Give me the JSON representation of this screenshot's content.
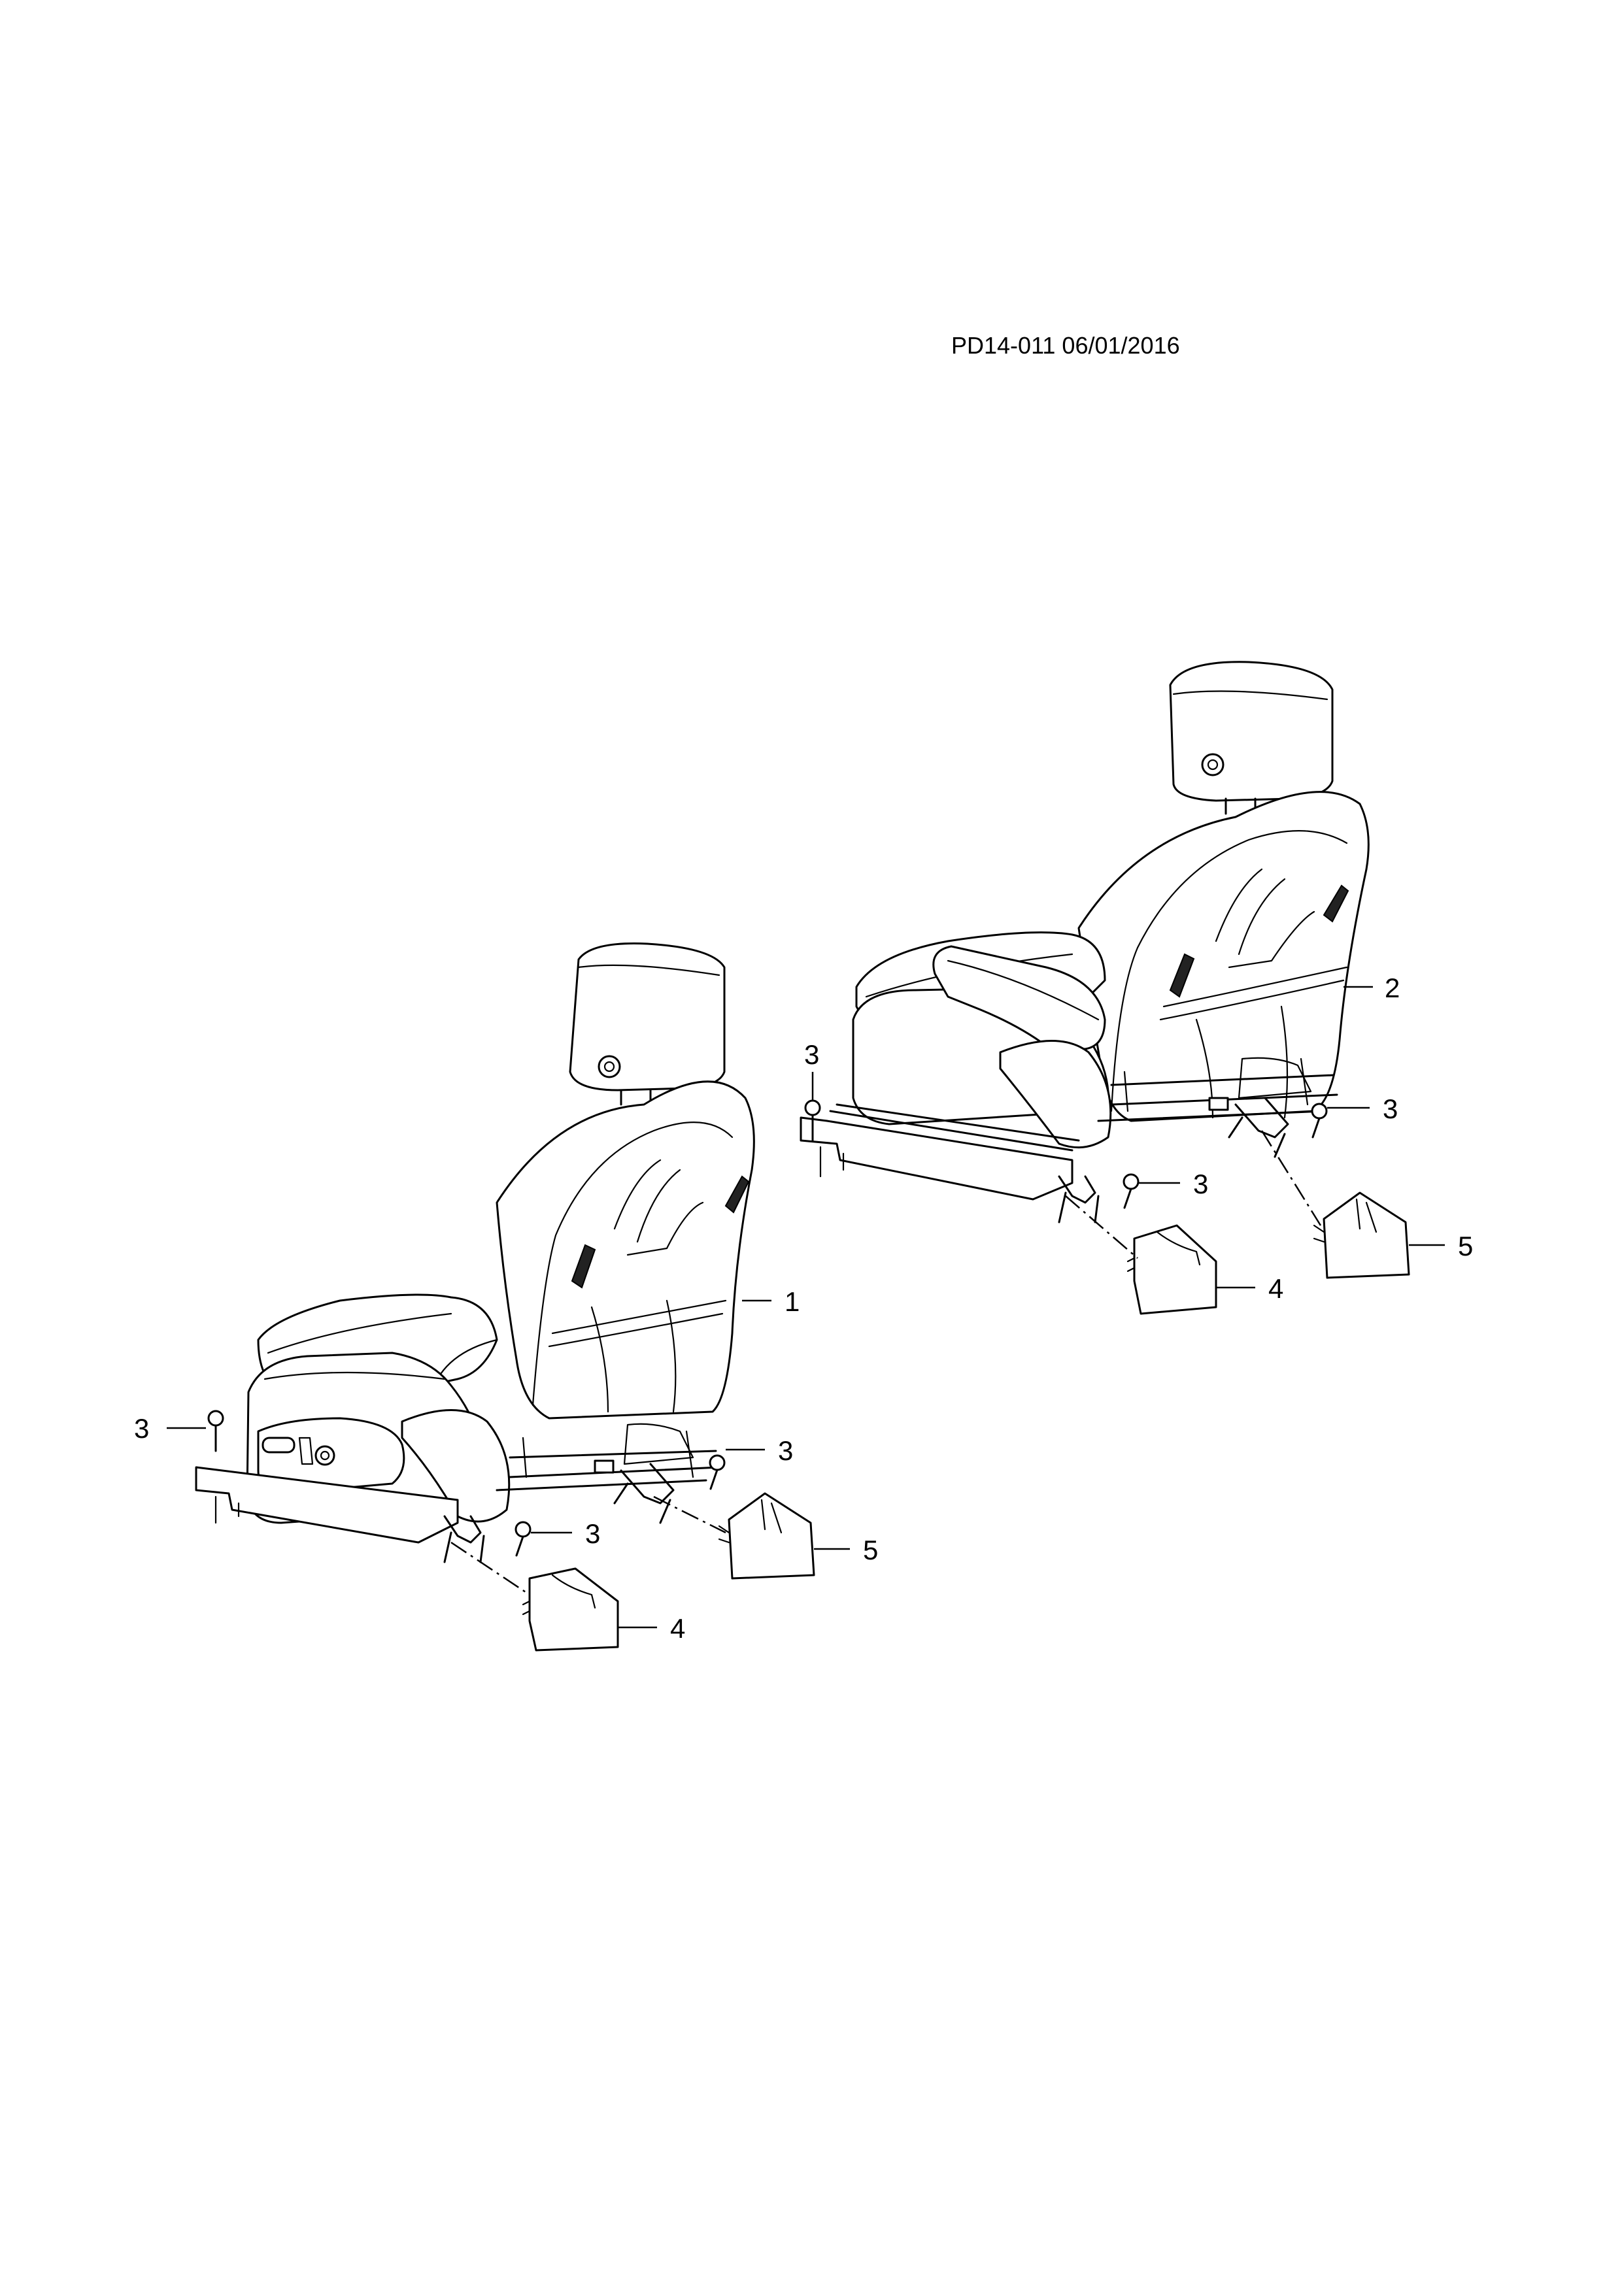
{
  "header": {
    "code": "PD14-011 06/01/2016"
  },
  "callouts": {
    "seat_left": "1",
    "seat_right": "2",
    "bolt": "3",
    "cover_front": "4",
    "cover_rear": "5"
  }
}
